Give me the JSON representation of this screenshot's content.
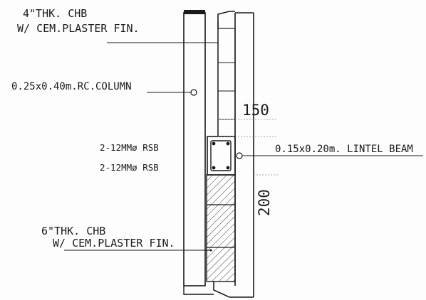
{
  "labels": {
    "wall_4in_line1": "4\"THK. CHB",
    "wall_4in_line2": "W/ CEM.PLASTER FIN.",
    "rc_column": "0.25x0.40m.RC.COLUMN",
    "dim_150": "150",
    "rsb_top": "2-12MMø RSB",
    "rsb_bottom": "2-12MMø RSB",
    "lintel_beam": "0.15x0.20m. LINTEL BEAM",
    "dim_200": "200",
    "wall_6in_line1": "6\"THK. CHB",
    "wall_6in_line2": "W/ CEM.PLASTER FIN."
  },
  "colors": {
    "line": "#1a1a1a",
    "hatch": "#2a2a2a"
  }
}
